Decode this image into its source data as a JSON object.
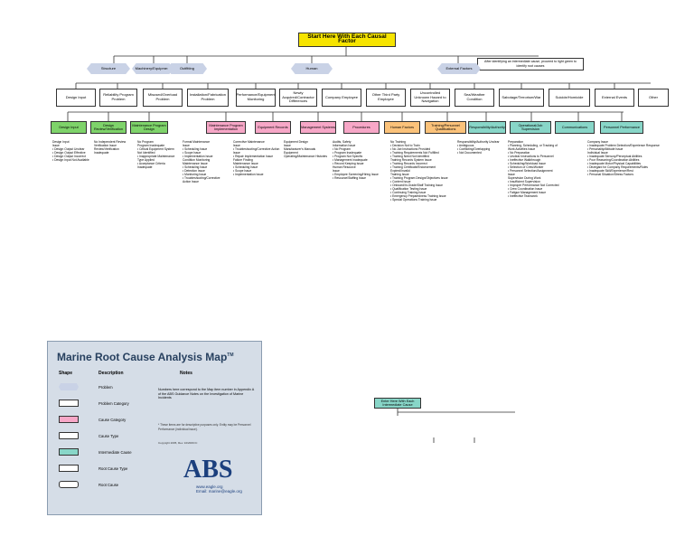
{
  "top": {
    "label": "Start Here With Each Causal Factor"
  },
  "note": {
    "text": "After identifying an intermediate cause, proceed to light green to identify root causes"
  },
  "level1": [
    "Structure",
    "Machinery/Equipment",
    "Outfitting",
    "Human",
    "External Factors"
  ],
  "level2": [
    "Design Input",
    "Reliability Program Problem",
    "Misused/Overload Problem",
    "Installation/Fabrication Problem",
    "Performance/Equipment Monitoring",
    "Newly Acquired/Contractor Differences",
    "Company Employee",
    "Other Third Party Employee",
    "Uncontrolled Unknown Hazard to Navigation",
    "Sea/Weather Condition",
    "Sabotage/Terrorism/War",
    "Suicide/Homicide",
    "External Events",
    "Other"
  ],
  "level3": [
    "Design Input",
    "Maintenance Program Design",
    "Design Review/Verification",
    "Maintenance Program Implementation",
    "Equipment Records",
    "Management Systems",
    "Procedures",
    "Human Factors",
    "Training/Personnel Qualifications",
    "Responsibility/Authority",
    "Operational/Job Supervision",
    "Communications",
    "Personnel Performance"
  ],
  "columns": [
    "Design Input\nIssue\n• Design Output Unclear\n• Design Output Effective\n• Design Output Incorrect\n• Design Input Not Available",
    "No Independent Review\nVerification Issue\nReview/Verification Inadequate",
    "No Program\nProgram Inadequate\n• Critical Equipment System Not Identified\n• Inappropriate Maintenance Type Applied\n• Acceptance Criteria Inadequate",
    "Formal Maintenance\nIssue\n• Scheduling Issue\n• Scope Issue\n• Implementation Issue\nCondition Monitoring\nMaintenance Issue\n• Scheduling Issue\n• Detection Issue\n• Monitoring Issue\n• Troubleshooting/Corrective Action Issue",
    "Corrective Maintenance\nIssue\n• Troubleshooting/Corrective Action Issue\n• Repair Implementation Issue\nFailure Finding\nMaintenance Issue\n• Scheduling Issue\n• Scope Issue\n• Implementation Issue",
    "Equipment Design\nIssue\nManufacturer's Manuals\nEquipment Operating/Maintenance Histories",
    "Audits, Safety\nInformation Issue\n• No Program\n• Program Inadequate\n• Program Not Specific\n• Management Inadequate\n• Record Keeping Issue\nHuman Resource\nIssue\n• Employee Screening/Hiring Issue\n• Resource/Staffing Issue",
    "No Training\n• Decision Not to Train\n• No Job Instructions Provided\n• Training Requirements Not Fulfilled\n• Training Need Not Identified\nTraining Records System Issue\n• Training Records Incorrect\n• Training Certificate/Endorsement Expired/Invalid\nTraining Issue\n• Training Program Design/Objectives Issue\n• Content Issue\n• Onboard/In-Grade/Staff Training Issue\n• Qualification Testing Issue\n• Continuing Training Issue\n• Emergency Preparedness Training Issue\n• Special Operations Training Issue",
    "Responsibility/Authority Unclear\n• Ambiguous\n• Conflicting/Overlapping\n• Not Documented",
    "Preparation\n• Planning, Scheduling, or Tracking of Work Activities Issue\n• No Preparation\n• Unclear Instructions to Personnel\n• Ineffective Walkthrough\n• Scheduling/Workload Issue\n• Selection of Crew/Worker\n• Personnel Selection/Assignment Issue\nSupervision During Work\n• Insufficient Supervision\n• Improper Performance Not Corrected\n• Crew Coordination Issue\n• Fatigue Management Issue\n• Ineffective Teamwork",
    "Company Issue\n• Inadequate Problem Detection/Experience Response\n• Personality/Attitude Issue\nIndividual Issue\n• Inadequate Sensory/Perceptual Abilities\n• Poor Reasoning/Coordination Abilities\n• Inadequate Motor/Physical Capabilities\n• Disregard for Company Requirements/Rules\n• Inadequate Skill/Experience/Rest\n• Personal Situation/Stress Factors"
  ],
  "legend": {
    "title": "Marine Root Cause Analysis Map",
    "tm": "TM",
    "hdr_shape": "Shape",
    "hdr_desc": "Description",
    "hdr_notes": "Notes",
    "rows": [
      "Problem",
      "Problem Category",
      "Cause Category",
      "Cause Type",
      "Intermediate Cause",
      "Root Cause Type",
      "Root Cause"
    ],
    "notes": "Numbers here correspond to the Map item number in Appendix A of the ABS Guidance Notes on the Investigation of Marine Incidents",
    "footnote": "* These items are for descriptive purposes only. Entity may be Personnel Performance (individual issue).",
    "copyright": "Copyright 2005, Rev. 10/2009 IC",
    "logo": "ABS",
    "url": "www.eagle.org",
    "email": "Email: marine@eagle.org"
  },
  "intermediate_box": {
    "label": "Enter Here With Each Intermediate Cause"
  },
  "colors": {
    "top": "#f6e400",
    "green": "#7ed36a",
    "pink": "#f7a7c7",
    "blue": "#8fc3ef",
    "orange": "#fbc27a",
    "teal": "#88d6c8",
    "legend_bg": "#d5dde7"
  }
}
